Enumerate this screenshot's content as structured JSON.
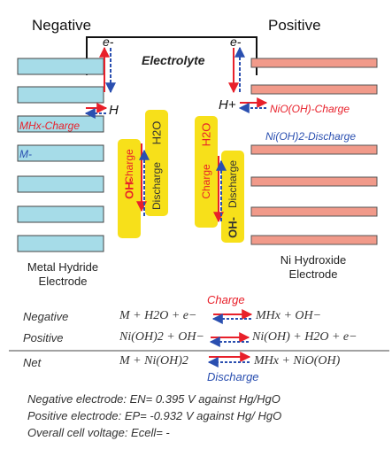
{
  "headers": {
    "negative": "Negative",
    "positive": "Positive"
  },
  "electrolyte": "Electrolyte",
  "electron_left": "e-",
  "electron_right": "e-",
  "h_left": "H",
  "h_right": "H+",
  "mhx_charge": "MHx-Charge",
  "m_discharge": "M-",
  "nio_charge": "NiO(OH)-Charge",
  "nioh2_discharge": "Ni(OH)2-Discharge",
  "left_box": {
    "oh": "OH-",
    "charge": "Charge",
    "discharge": "Discharge",
    "h2o": "H2O"
  },
  "right_box": {
    "h2o": "H2O",
    "charge": "Charge",
    "discharge": "Discharge",
    "oh": "OH-"
  },
  "electrode_left": [
    "Metal Hydride",
    "Electrode"
  ],
  "electrode_right": [
    "Ni Hydroxide",
    "Electrode"
  ],
  "reactions": {
    "charge_label": "Charge",
    "discharge_label": "Discharge",
    "negative": {
      "label": "Negative",
      "left": "M + H2O + e−",
      "right": "MHx + OH−"
    },
    "positive": {
      "label": "Positive",
      "left": "Ni(OH)2 + OH−",
      "right": "Ni(OH) + H2O + e−"
    },
    "net": {
      "label": "Net",
      "left": "M + Ni(OH)2",
      "right": "MHx + NiO(OH)"
    }
  },
  "notes": [
    "Negative electrode: EN= 0.395 V against Hg/HgO",
    "Positive electrode: EP= -0.932 V against Hg/ HgO",
    "Overall cell voltage: Ecell= -"
  ],
  "colors": {
    "red": "#e8202a",
    "blue": "#2a4fb0",
    "yellow": "#f7e01a",
    "cyan": "#a6dce8",
    "salmon": "#f19a8a"
  }
}
